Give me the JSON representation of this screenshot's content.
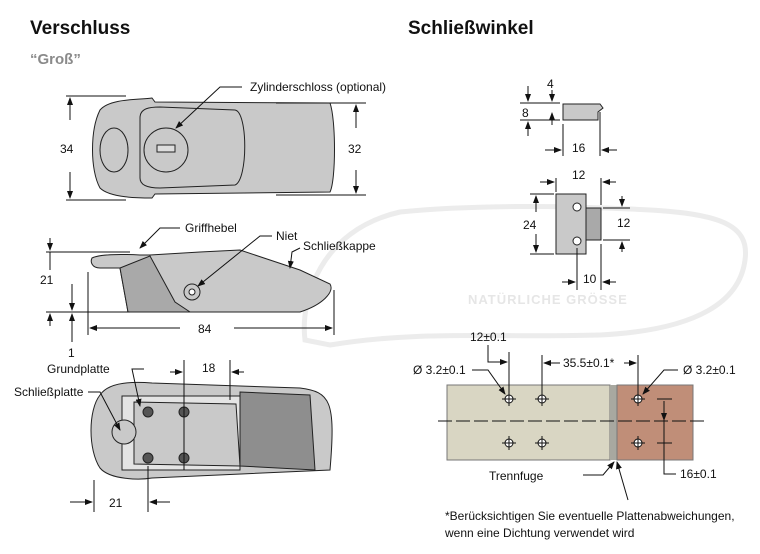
{
  "left": {
    "title": "Verschluss",
    "subtitle": "“Groß”",
    "top_view": {
      "callout": "Zylinderschloss (optional)",
      "dim_left": "34",
      "dim_right": "32"
    },
    "side_view": {
      "griffhebel": "Griffhebel",
      "niet": "Niet",
      "schliesskappe": "Schließkappe",
      "dim_height": "21",
      "dim_length": "84",
      "dim_offset": "1"
    },
    "bottom_view": {
      "grundplatte": "Grundplatte",
      "schliessplatte": "Schließplatte",
      "dim_top": "18",
      "dim_bottom": "21"
    }
  },
  "right": {
    "title": "Schließwinkel",
    "side": {
      "dim_4": "4",
      "dim_8": "8",
      "dim_16": "16"
    },
    "front": {
      "dim_12_top": "12",
      "dim_24": "24",
      "dim_12_right": "12",
      "dim_10": "10"
    },
    "watermark": "NATÜRLICHE GRÖSSE",
    "mounting": {
      "dim_12": "12±0.1",
      "hole_left": "Ø 3.2±0.1",
      "dim_35": "35.5±0.1*",
      "hole_right": "Ø 3.2±0.1",
      "trennfuge": "Trennfuge",
      "dim_16": "16±0.1",
      "footnote_1": "*Berücksichtigen Sie eventuelle Plattenabweichungen,",
      "footnote_2": "wenn eine Dichtung verwendet wird"
    },
    "colors": {
      "panel_left": "#d9d6c3",
      "panel_right": "#c08e78",
      "gap": "#a8a8a0"
    }
  }
}
